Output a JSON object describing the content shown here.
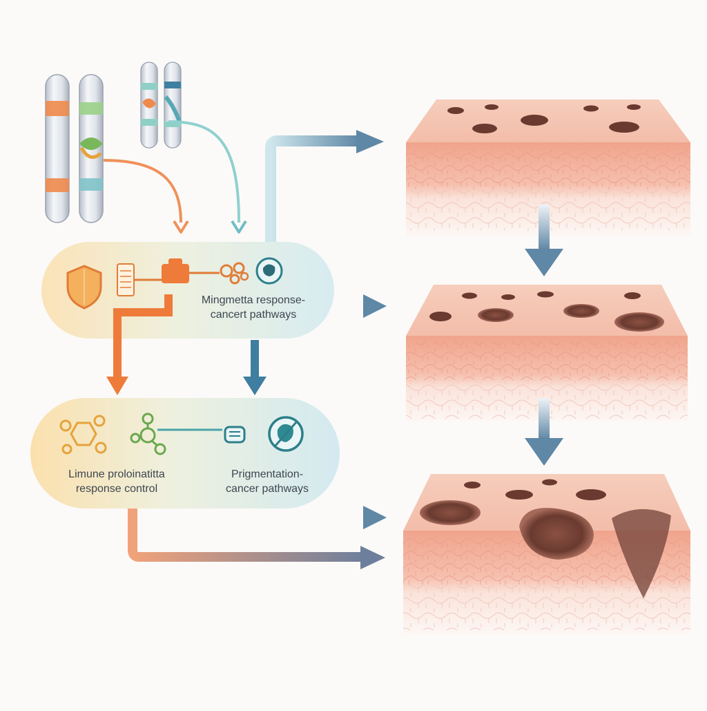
{
  "pathway_upper": {
    "label_line1": "Mingmetta response-",
    "label_line2": "cancert pathways"
  },
  "pathway_lower": {
    "left_label_line1": "Limune proloinatitta",
    "left_label_line2": "response control",
    "right_label_line1": "Prigmentation-",
    "right_label_line2": "cancer pathways"
  },
  "colors": {
    "orange": "#ee7b3a",
    "teal": "#6fb8c6",
    "steel_blue": "#5f87a6",
    "skin": "#f1b7a4",
    "lesion": "#6a3a30"
  }
}
